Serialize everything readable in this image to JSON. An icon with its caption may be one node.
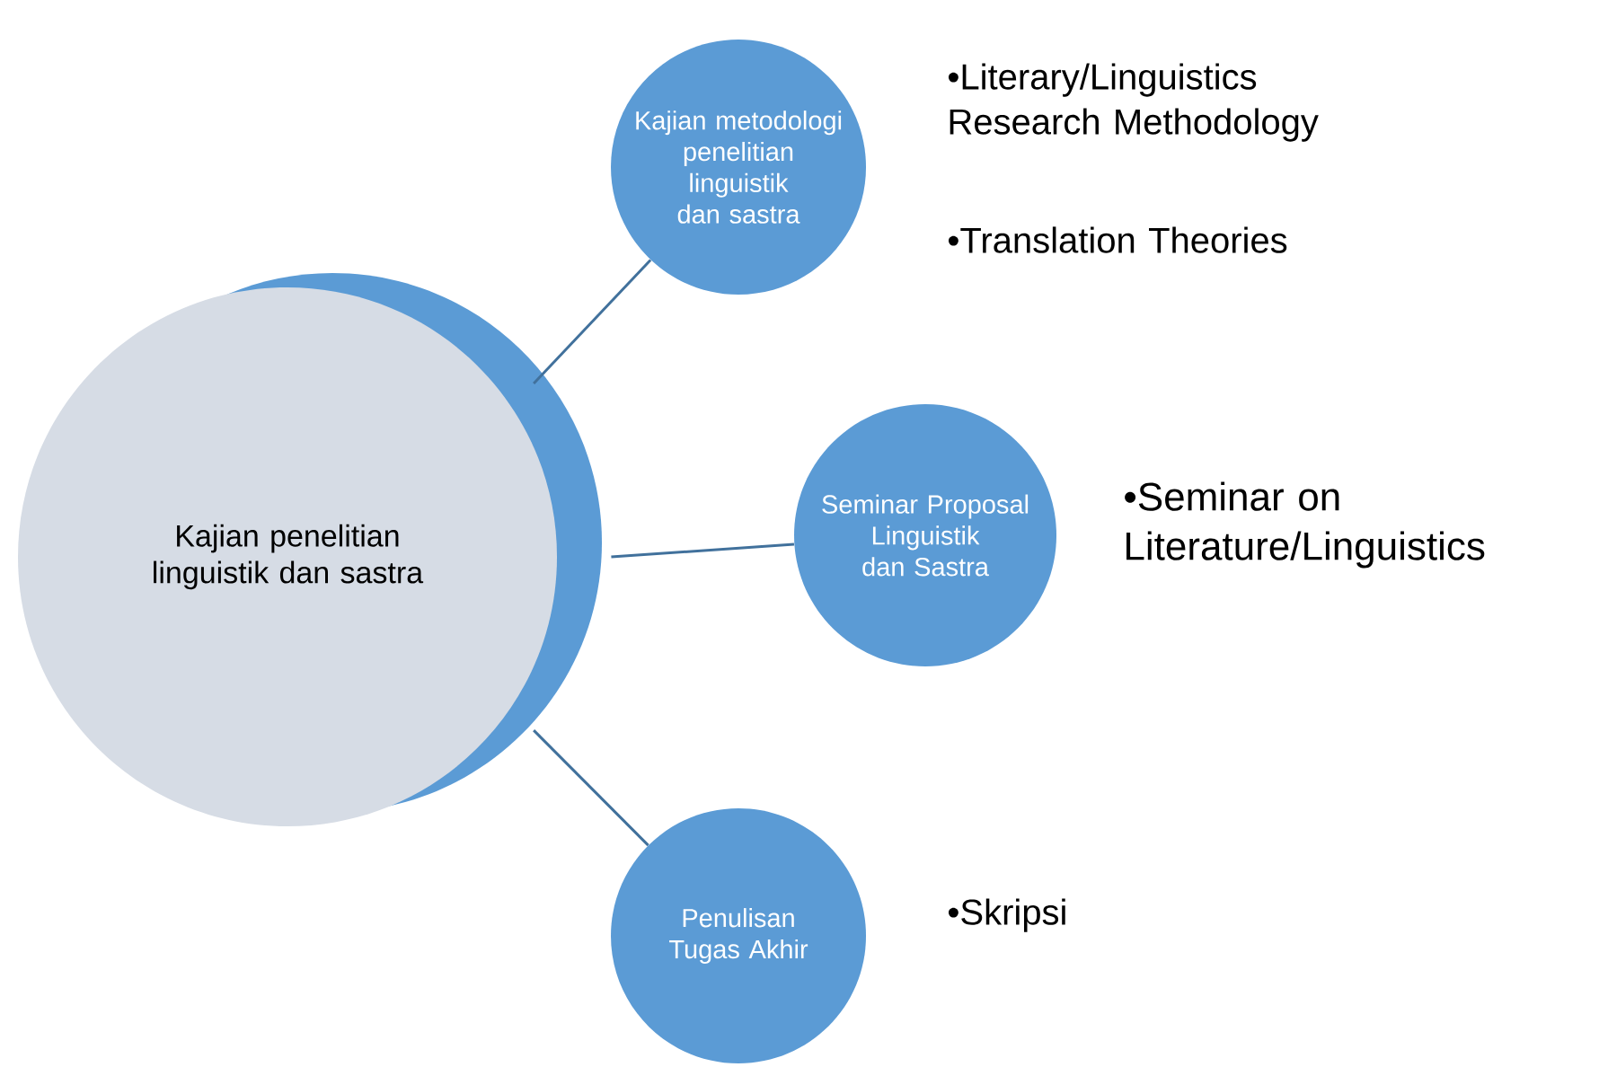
{
  "diagram": {
    "nodes": [
      {
        "text": [
          "Kajian penelitian linguistik dan sastra"
        ]
      },
      {
        "text": [
          "Kajian metodologi penelitian linguistik dan sastra"
        ],
        "beside": [
          "•Literary/Linguistics Research Methodology",
          "•Translation Theories"
        ]
      },
      {
        "text": [
          "Seminar Proposal Linguistik dan Sastra"
        ],
        "beside": [
          "•Seminar on Literature/Linguistics"
        ]
      },
      {
        "text": [
          "Penulisan Tugas Akhir"
        ],
        "beside": [
          "•Skripsi"
        ]
      }
    ],
    "edges": [
      {
        "from": 0,
        "to": 1,
        "arrow": "none"
      },
      {
        "from": 0,
        "to": 2,
        "arrow": "none"
      },
      {
        "from": 0,
        "to": 3,
        "arrow": "none"
      }
    ]
  }
}
